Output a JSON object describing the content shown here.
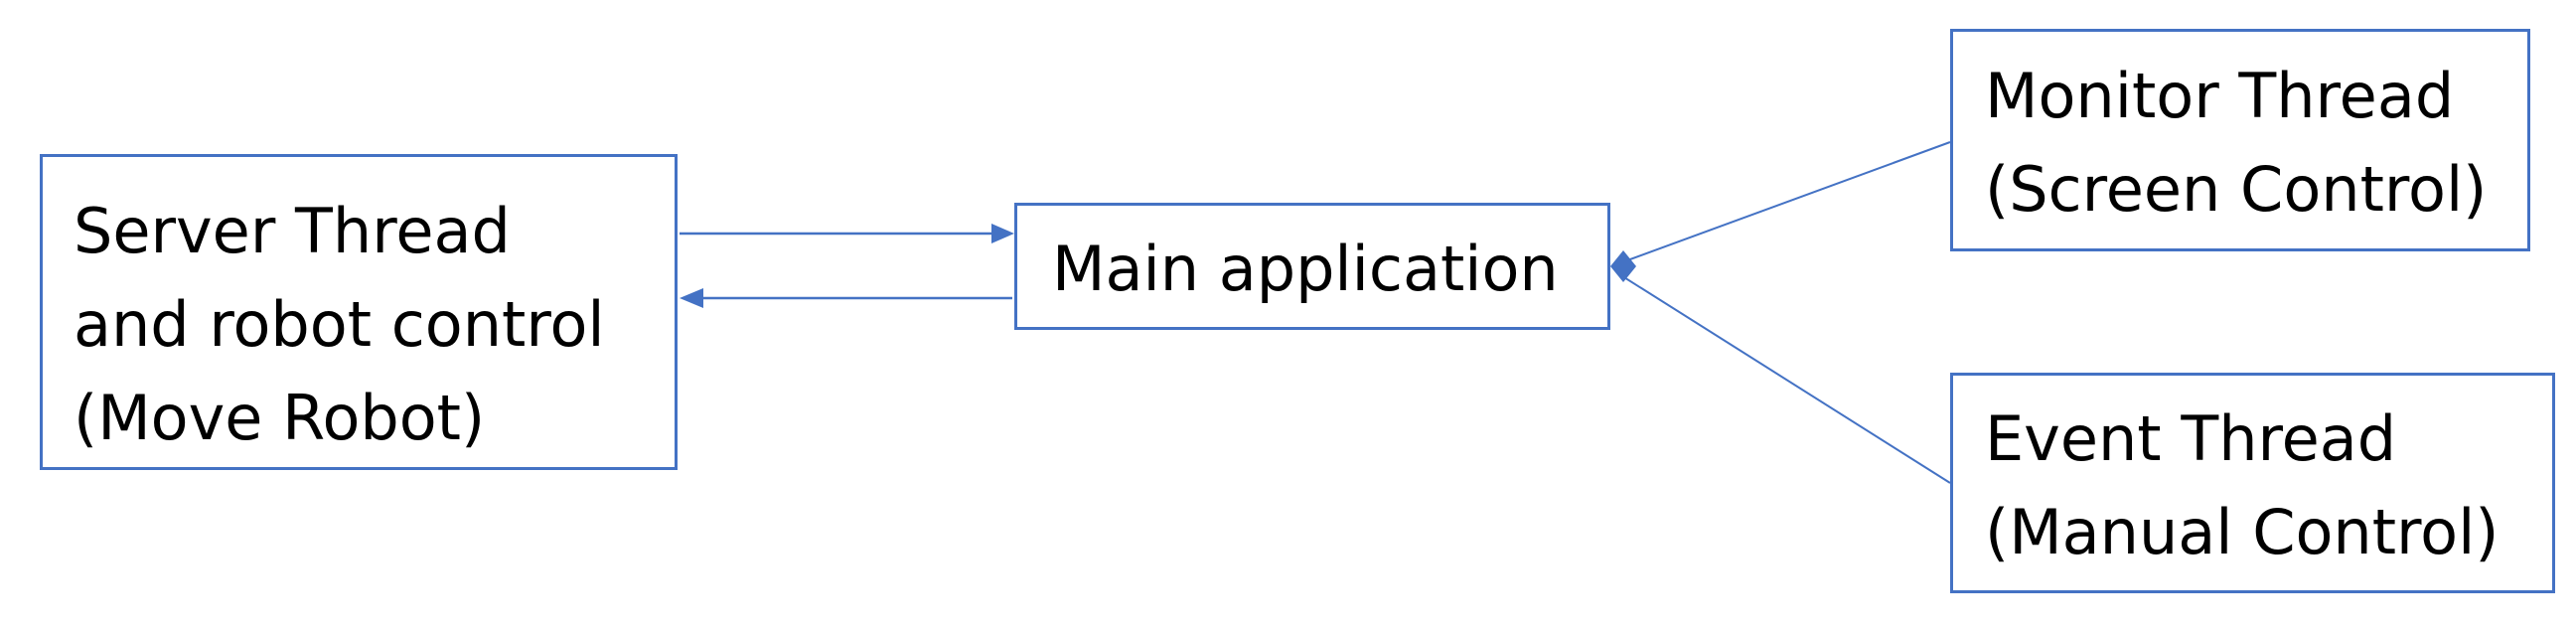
{
  "colors": {
    "stroke": "#4472c4",
    "text": "#000000",
    "background": "#ffffff"
  },
  "nodes": {
    "server": {
      "lines": [
        "Server Thread",
        "and robot control",
        "(Move Robot)"
      ]
    },
    "main": {
      "lines": [
        "Main application"
      ]
    },
    "monitor": {
      "lines": [
        "Monitor Thread",
        "(Screen Control)"
      ]
    },
    "event": {
      "lines": [
        "Event Thread",
        "(Manual Control)"
      ]
    }
  },
  "edges": [
    {
      "from": "server",
      "to": "main",
      "head": "arrow"
    },
    {
      "from": "main",
      "to": "server",
      "head": "arrow"
    },
    {
      "from": "monitor",
      "to": "main",
      "head": "diamond"
    },
    {
      "from": "event",
      "to": "main",
      "head": "diamond"
    }
  ]
}
